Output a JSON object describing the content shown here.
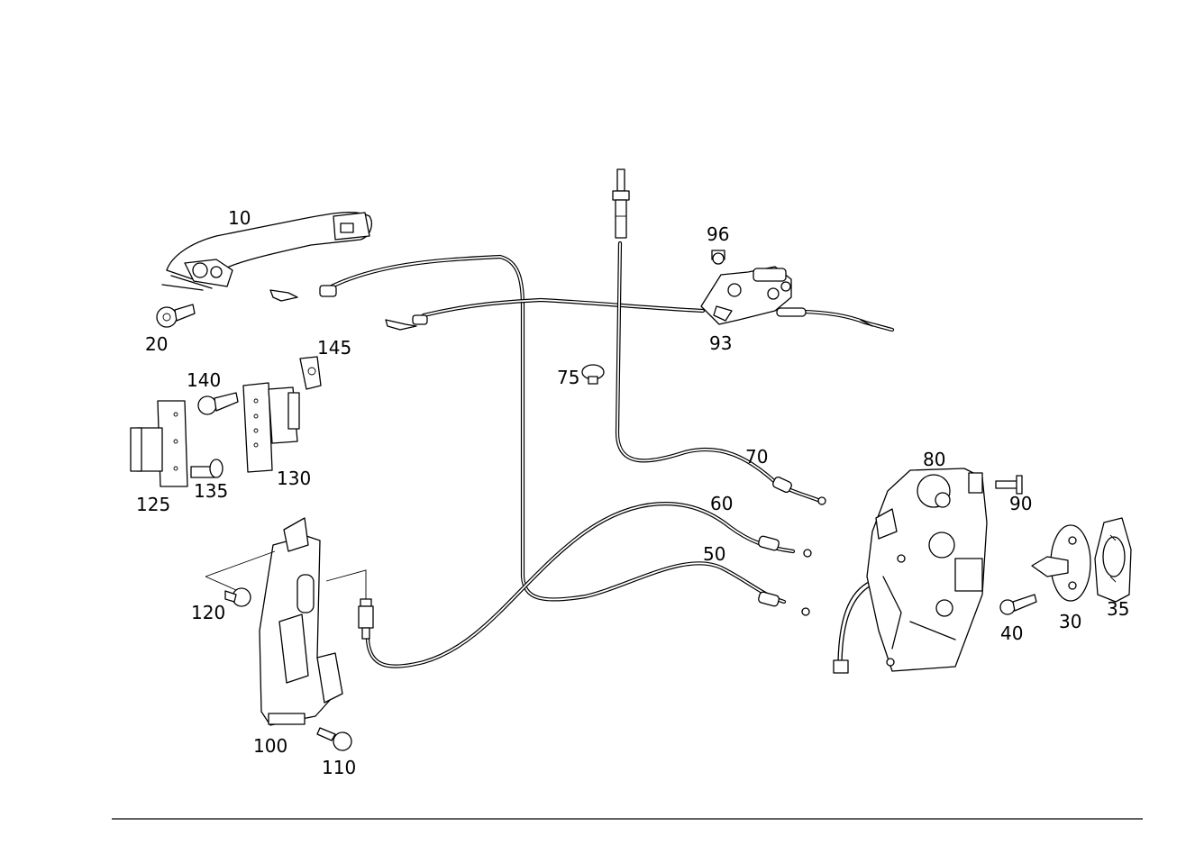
{
  "labels": {
    "p10": "10",
    "p20": "20",
    "p30": "30",
    "p35": "35",
    "p40": "40",
    "p50": "50",
    "p60": "60",
    "p70": "70",
    "p75": "75",
    "p80": "80",
    "p90": "90",
    "p93": "93",
    "p96": "96",
    "p100": "100",
    "p110": "110",
    "p120": "120",
    "p125": "125",
    "p130": "130",
    "p135": "135",
    "p140": "140",
    "p145": "145"
  }
}
